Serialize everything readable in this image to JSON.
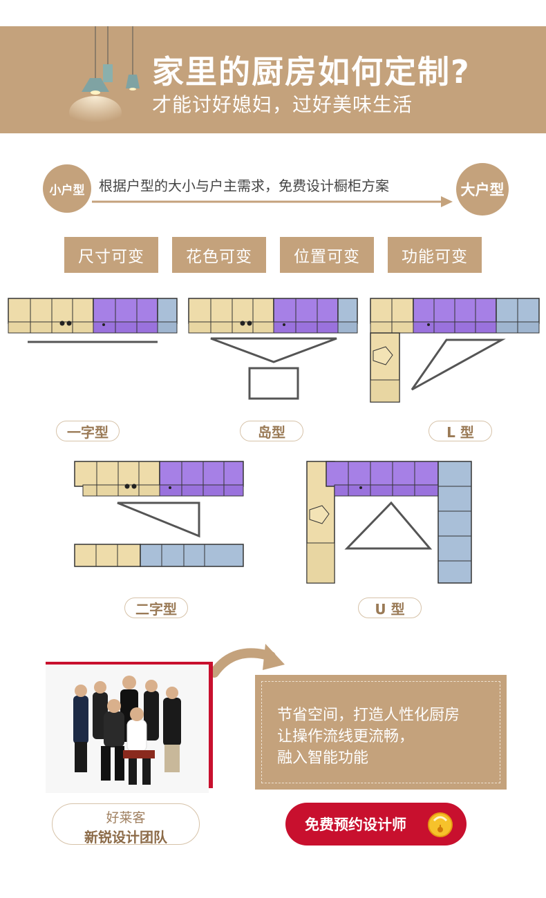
{
  "banner": {
    "title": "家里的厨房如何定制?",
    "subtitle": "才能讨好媳妇，过好美味生活"
  },
  "size_row": {
    "small_label": "小户型",
    "large_label": "大户型",
    "description": "根据户型的大小与户主需求，免费设计橱柜方案"
  },
  "tags": [
    "尺寸可变",
    "花色可变",
    "位置可变",
    "功能可变"
  ],
  "layouts": {
    "straight": "一字型",
    "island": "岛型",
    "l_shape": "L 型",
    "double": "二字型",
    "u_shape": "U 型"
  },
  "team": {
    "brand": "好莱客",
    "name": "新锐设计团队"
  },
  "features": {
    "line1": "节省空间，打造人性化厨房",
    "line2": "让操作流线更流畅，",
    "line3": "融入智能功能"
  },
  "cta": {
    "label": "免费预约设计师"
  },
  "colors": {
    "accent": "#c4a27c",
    "cta_red": "#c8102e",
    "cabinet_wood": "#eedcaa",
    "cabinet_purple": "#a680e6",
    "cabinet_blue": "#a9bfd8",
    "outline": "#555555"
  },
  "icons": [
    "pendant-lamp-icon",
    "arrow-right-icon",
    "curved-arrow-icon",
    "bell-icon"
  ]
}
